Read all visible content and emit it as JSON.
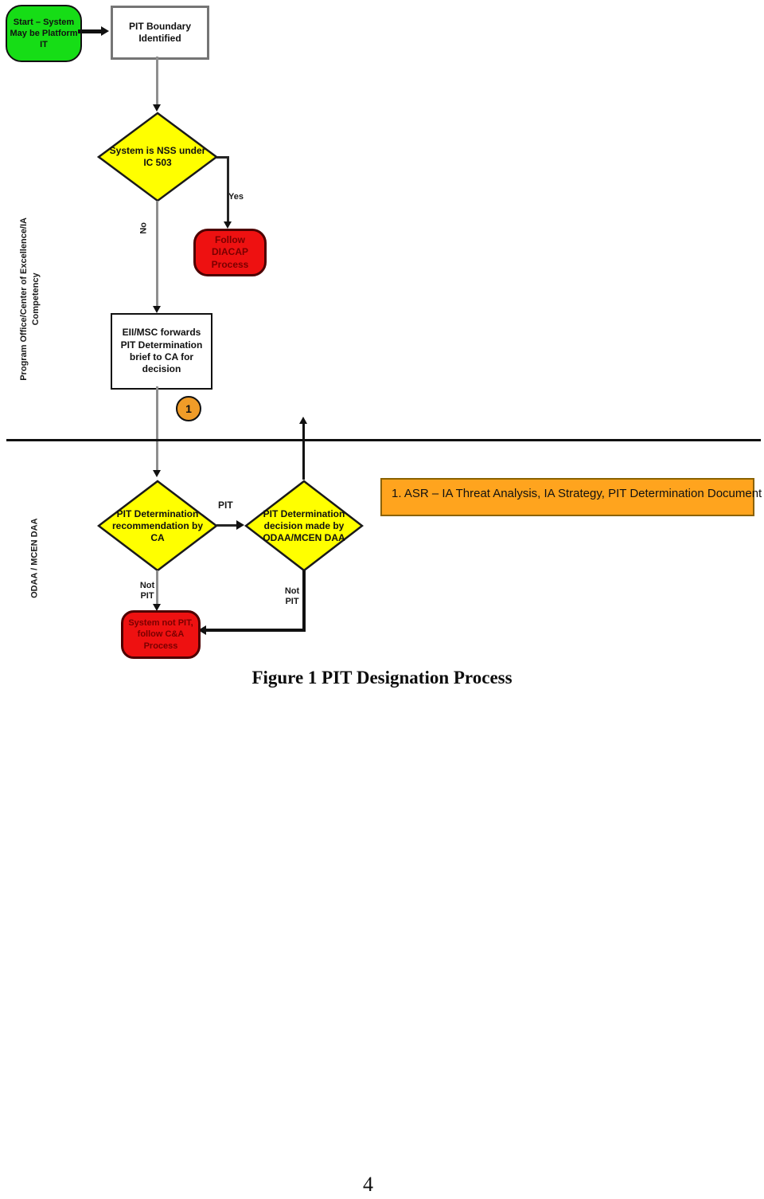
{
  "page": {
    "caption": "Figure 1 PIT Designation Process",
    "page_number": "4"
  },
  "lanes": {
    "top": "Program Office/Center of Excellence/IA Competency",
    "bottom": "ODAA / MCEN DAA"
  },
  "flowchart": {
    "nodes": {
      "start": "Start – System May be Platform IT",
      "pit_boundary": "PIT Boundary Identified",
      "nss_decision": "System is NSS under IC 503",
      "diacap": "Follow DIACAP Process",
      "eii_msc": "EII/MSC forwards PIT Determination brief to CA for decision",
      "connector": "1",
      "ca_recommendation": "PIT Determination recommendation by CA",
      "daa_decision": "PIT Determination decision made by ODAA/MCEN DAA",
      "not_pit_terminal": "System not PIT, follow C&A Process",
      "note": "1. ASR – IA Threat Analysis, IA Strategy, PIT Determination Document"
    },
    "edge_labels": {
      "yes": "Yes",
      "no": "No",
      "pit": "PIT",
      "not_pit": "Not PIT"
    },
    "colors": {
      "start_fill": "#16dd16",
      "decision_fill": "#ffff00",
      "decision_stroke": "#1a1a1a",
      "terminal_fill": "#ee1111",
      "terminal_text": "#7a0000",
      "note_fill": "#ffa41e",
      "connector_fill": "#f09c28",
      "line_gray": "#8f8f8f",
      "line_black": "#111111"
    }
  }
}
